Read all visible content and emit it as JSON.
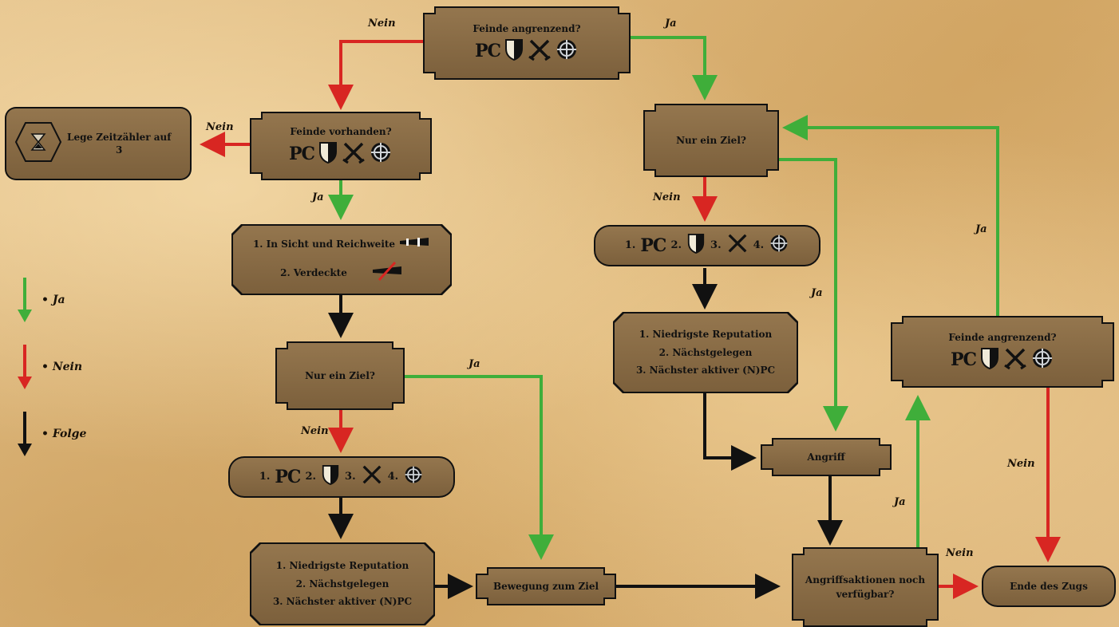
{
  "colors": {
    "yes": "#3fae3a",
    "no": "#d82622",
    "next": "#111111",
    "box": "#86683f"
  },
  "nodes": {
    "q_adjacent_top": {
      "title": "Feinde angrenzend?",
      "pc": "PC"
    },
    "q_present": {
      "title": "Feinde vorhanden?",
      "pc": "PC"
    },
    "timer": {
      "text1": "Lege Zeitzähler auf",
      "text2": "3",
      "icon": "hourglass-icon"
    },
    "los": {
      "line1": "1. In Sicht und Reichweite",
      "line2": "2. Verdeckte"
    },
    "q_one_target_left": {
      "title": "Nur ein Ziel?"
    },
    "prio_left": {
      "n1": "1.",
      "pc": "PC",
      "n2": "2.",
      "n3": "3.",
      "n4": "4."
    },
    "rank_left": {
      "line1": "1. Niedrigste Reputation",
      "line2": "2. Nächstgelegen",
      "line3": "3. Nächster aktiver (N)PC"
    },
    "move": {
      "title": "Bewegung zum Ziel"
    },
    "q_one_target_right": {
      "title": "Nur ein Ziel?"
    },
    "prio_right": {
      "n1": "1.",
      "pc": "PC",
      "n2": "2.",
      "n3": "3.",
      "n4": "4."
    },
    "rank_right": {
      "line1": "1. Niedrigste Reputation",
      "line2": "2. Nächstgelegen",
      "line3": "3. Nächster aktiver (N)PC"
    },
    "attack": {
      "title": "Angriff"
    },
    "q_actions": {
      "line1": "Angriffsaktionen noch",
      "line2": "verfügbar?"
    },
    "q_adjacent_right": {
      "title": "Feinde angrenzend?",
      "pc": "PC"
    },
    "end": {
      "title": "Ende des Zugs"
    }
  },
  "edge_labels": {
    "top_nein": "Nein",
    "top_ja": "Ja",
    "present_nein": "Nein",
    "present_ja": "Ja",
    "left_one_ja": "Ja",
    "left_one_nein": "Nein",
    "right_one_nein": "Nein",
    "right_one_ja": "Ja",
    "loop_ja": "Ja",
    "actions_ja": "Ja",
    "actions_nein": "Nein",
    "adj_right_nein": "Nein"
  },
  "legend": [
    {
      "label": "Ja",
      "color": "#3fae3a"
    },
    {
      "label": "Nein",
      "color": "#d82622"
    },
    {
      "label": "Folge",
      "color": "#111111"
    }
  ],
  "icons": [
    "shield-icon",
    "crossed-swords-icon",
    "target-icon",
    "spyglass-icon",
    "crossed-spyglass-icon",
    "hourglass-icon"
  ]
}
